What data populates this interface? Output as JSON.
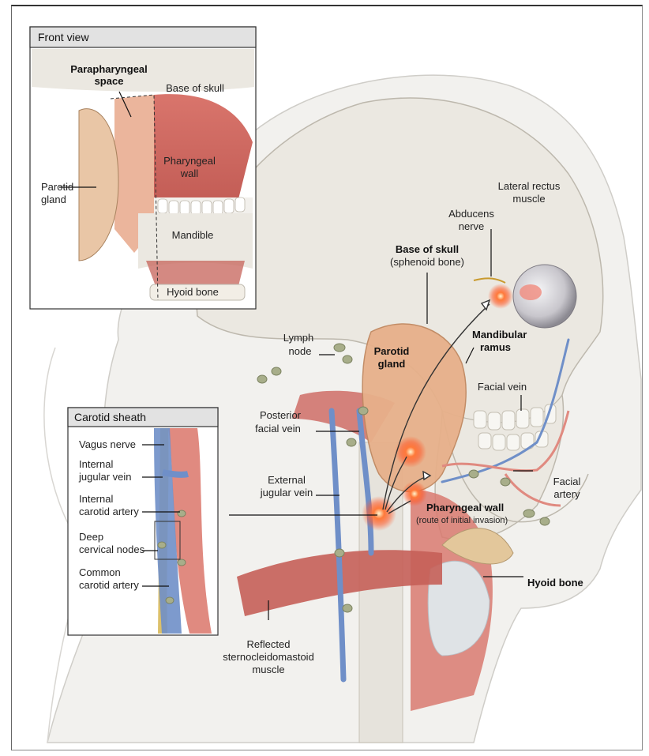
{
  "front_view": {
    "title": "Front view",
    "labels": {
      "parapharyngeal_space": [
        "Parapharyngeal",
        "space"
      ],
      "base_of_skull": "Base of skull",
      "pharyngeal_wall": [
        "Pharyngeal",
        "wall"
      ],
      "parotid_gland": [
        "Parotid",
        "gland"
      ],
      "mandible": "Mandible",
      "hyoid_bone": "Hyoid bone"
    }
  },
  "carotid_sheath": {
    "title": "Carotid sheath",
    "labels": {
      "vagus_nerve": "Vagus nerve",
      "internal_jugular_vein": [
        "Internal",
        "jugular vein"
      ],
      "internal_carotid_artery": [
        "Internal",
        "carotid artery"
      ],
      "deep_cervical_nodes": [
        "Deep",
        "cervical nodes"
      ],
      "common_carotid_artery": [
        "Common",
        "carotid artery"
      ]
    }
  },
  "main": {
    "labels": {
      "lateral_rectus_muscle": [
        "Lateral rectus",
        "muscle"
      ],
      "abducens_nerve": [
        "Abducens",
        "nerve"
      ],
      "base_of_skull": "Base of skull",
      "sphenoid_bone": "(sphenoid bone)",
      "lymph_node": [
        "Lymph",
        "node"
      ],
      "parotid_gland": [
        "Parotid",
        "gland"
      ],
      "mandibular_ramus": [
        "Mandibular",
        "ramus"
      ],
      "facial_vein": "Facial vein",
      "posterior_facial_vein": [
        "Posterior",
        "facial vein"
      ],
      "external_jugular_vein": [
        "External",
        "jugular vein"
      ],
      "facial_artery": [
        "Facial",
        "artery"
      ],
      "pharyngeal_wall": "Pharyngeal wall",
      "route_of_initial_invasion": "(route of initial invasion)",
      "hyoid_bone": "Hyoid bone",
      "reflected_scm": [
        "Reflected",
        "sternocleidomastoid",
        "muscle"
      ]
    }
  },
  "colors": {
    "skull": "#e9e6df",
    "muscle": "#d9766e",
    "vein": "#6f8fc8",
    "artery": "#e08a80",
    "gland": "#e7b08a",
    "node": "#a8ae8a",
    "tumor_glow": "#ff5a2a"
  }
}
